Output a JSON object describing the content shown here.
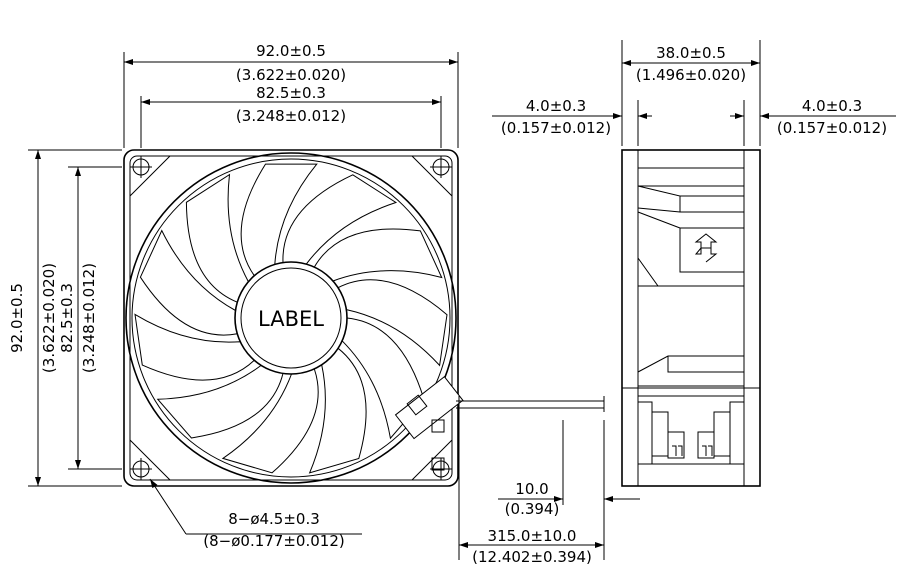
{
  "front_view": {
    "overall_width": "92.0±0.5",
    "overall_width_in": "(3.622±0.020)",
    "hole_spacing_width": "82.5±0.3",
    "hole_spacing_width_in": "(3.248±0.012)",
    "overall_height": "92.0±0.5",
    "overall_height_in": "(3.622±0.020)",
    "hole_spacing_height": "82.5±0.3",
    "hole_spacing_height_in": "(3.248±0.012)",
    "hub_label": "LABEL",
    "holes": "8−ø4.5±0.3",
    "holes_in": "(8−ø0.177±0.012)"
  },
  "lead_wire": {
    "strip": "10.0",
    "strip_in": "(0.394)",
    "length": "315.0±10.0",
    "length_in": "(12.402±0.394)"
  },
  "side_view": {
    "depth": "38.0±0.5",
    "depth_in": "(1.496±0.020)",
    "flange_left": "4.0±0.3",
    "flange_left_in": "(0.157±0.012)",
    "flange_right": "4.0±0.3",
    "flange_right_in": "(0.157±0.012)"
  }
}
